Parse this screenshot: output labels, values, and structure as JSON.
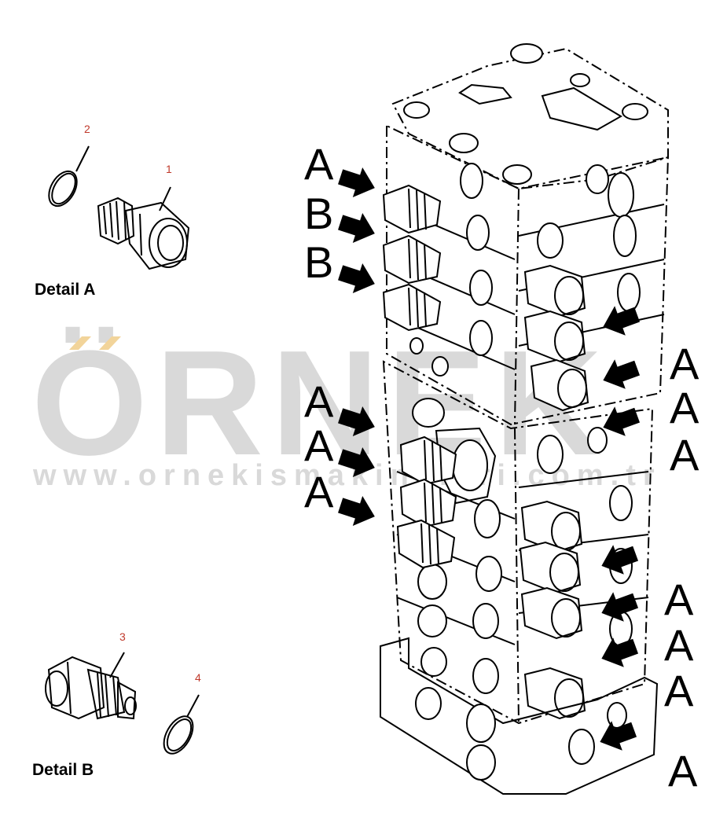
{
  "details": {
    "a": {
      "label": "Detail A",
      "parts": [
        "1",
        "2"
      ]
    },
    "b": {
      "label": "Detail B",
      "parts": [
        "3",
        "4"
      ]
    }
  },
  "callouts": {
    "left": [
      "A",
      "B",
      "B",
      "A",
      "A",
      "A"
    ],
    "right": [
      "A",
      "A",
      "A",
      "A",
      "A",
      "A",
      "A"
    ]
  },
  "watermark": {
    "brand": "ÖRNEK",
    "url": "www.ornekismakinalari.com.tr"
  },
  "colors": {
    "part_numbers": "#c0392b",
    "watermark": "#d9d9d9",
    "watermark_accent": "#f2d49a"
  }
}
